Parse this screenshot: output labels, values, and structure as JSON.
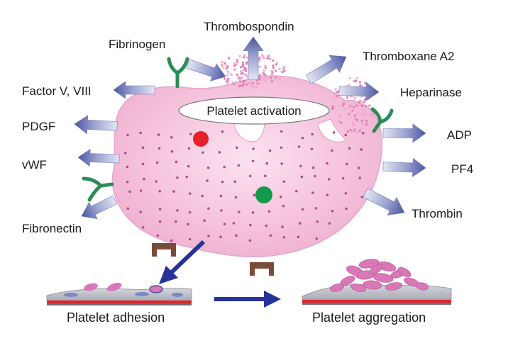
{
  "labels": {
    "thrombospondin": "Thrombospondin",
    "fibrinogen": "Fibrinogen",
    "thromboxane": "Thromboxane A2",
    "factor": "Factor V, VIII",
    "heparinase": "Heparinase",
    "pdgf": "PDGF",
    "adp": "ADP",
    "vwf": "vWF",
    "pf4": "PF4",
    "fibronectin": "Fibronectin",
    "thrombin": "Thrombin",
    "activation": "Platelet activation",
    "adhesion": "Platelet adhesion",
    "aggregation": "Platelet aggregation"
  },
  "colors": {
    "platelet_fill": "#f4b8d8",
    "platelet_dot": "#b0508a",
    "receptor": "#2e8b57",
    "granule_red": "#e8202a",
    "granule_green": "#129b4c",
    "arrow_light": "#c9cbe6",
    "arrow_dark": "#4a55a0",
    "process_arrow": "#27329a",
    "vessel_red": "#e4232b",
    "vessel_gray": "#b9bcc3"
  }
}
